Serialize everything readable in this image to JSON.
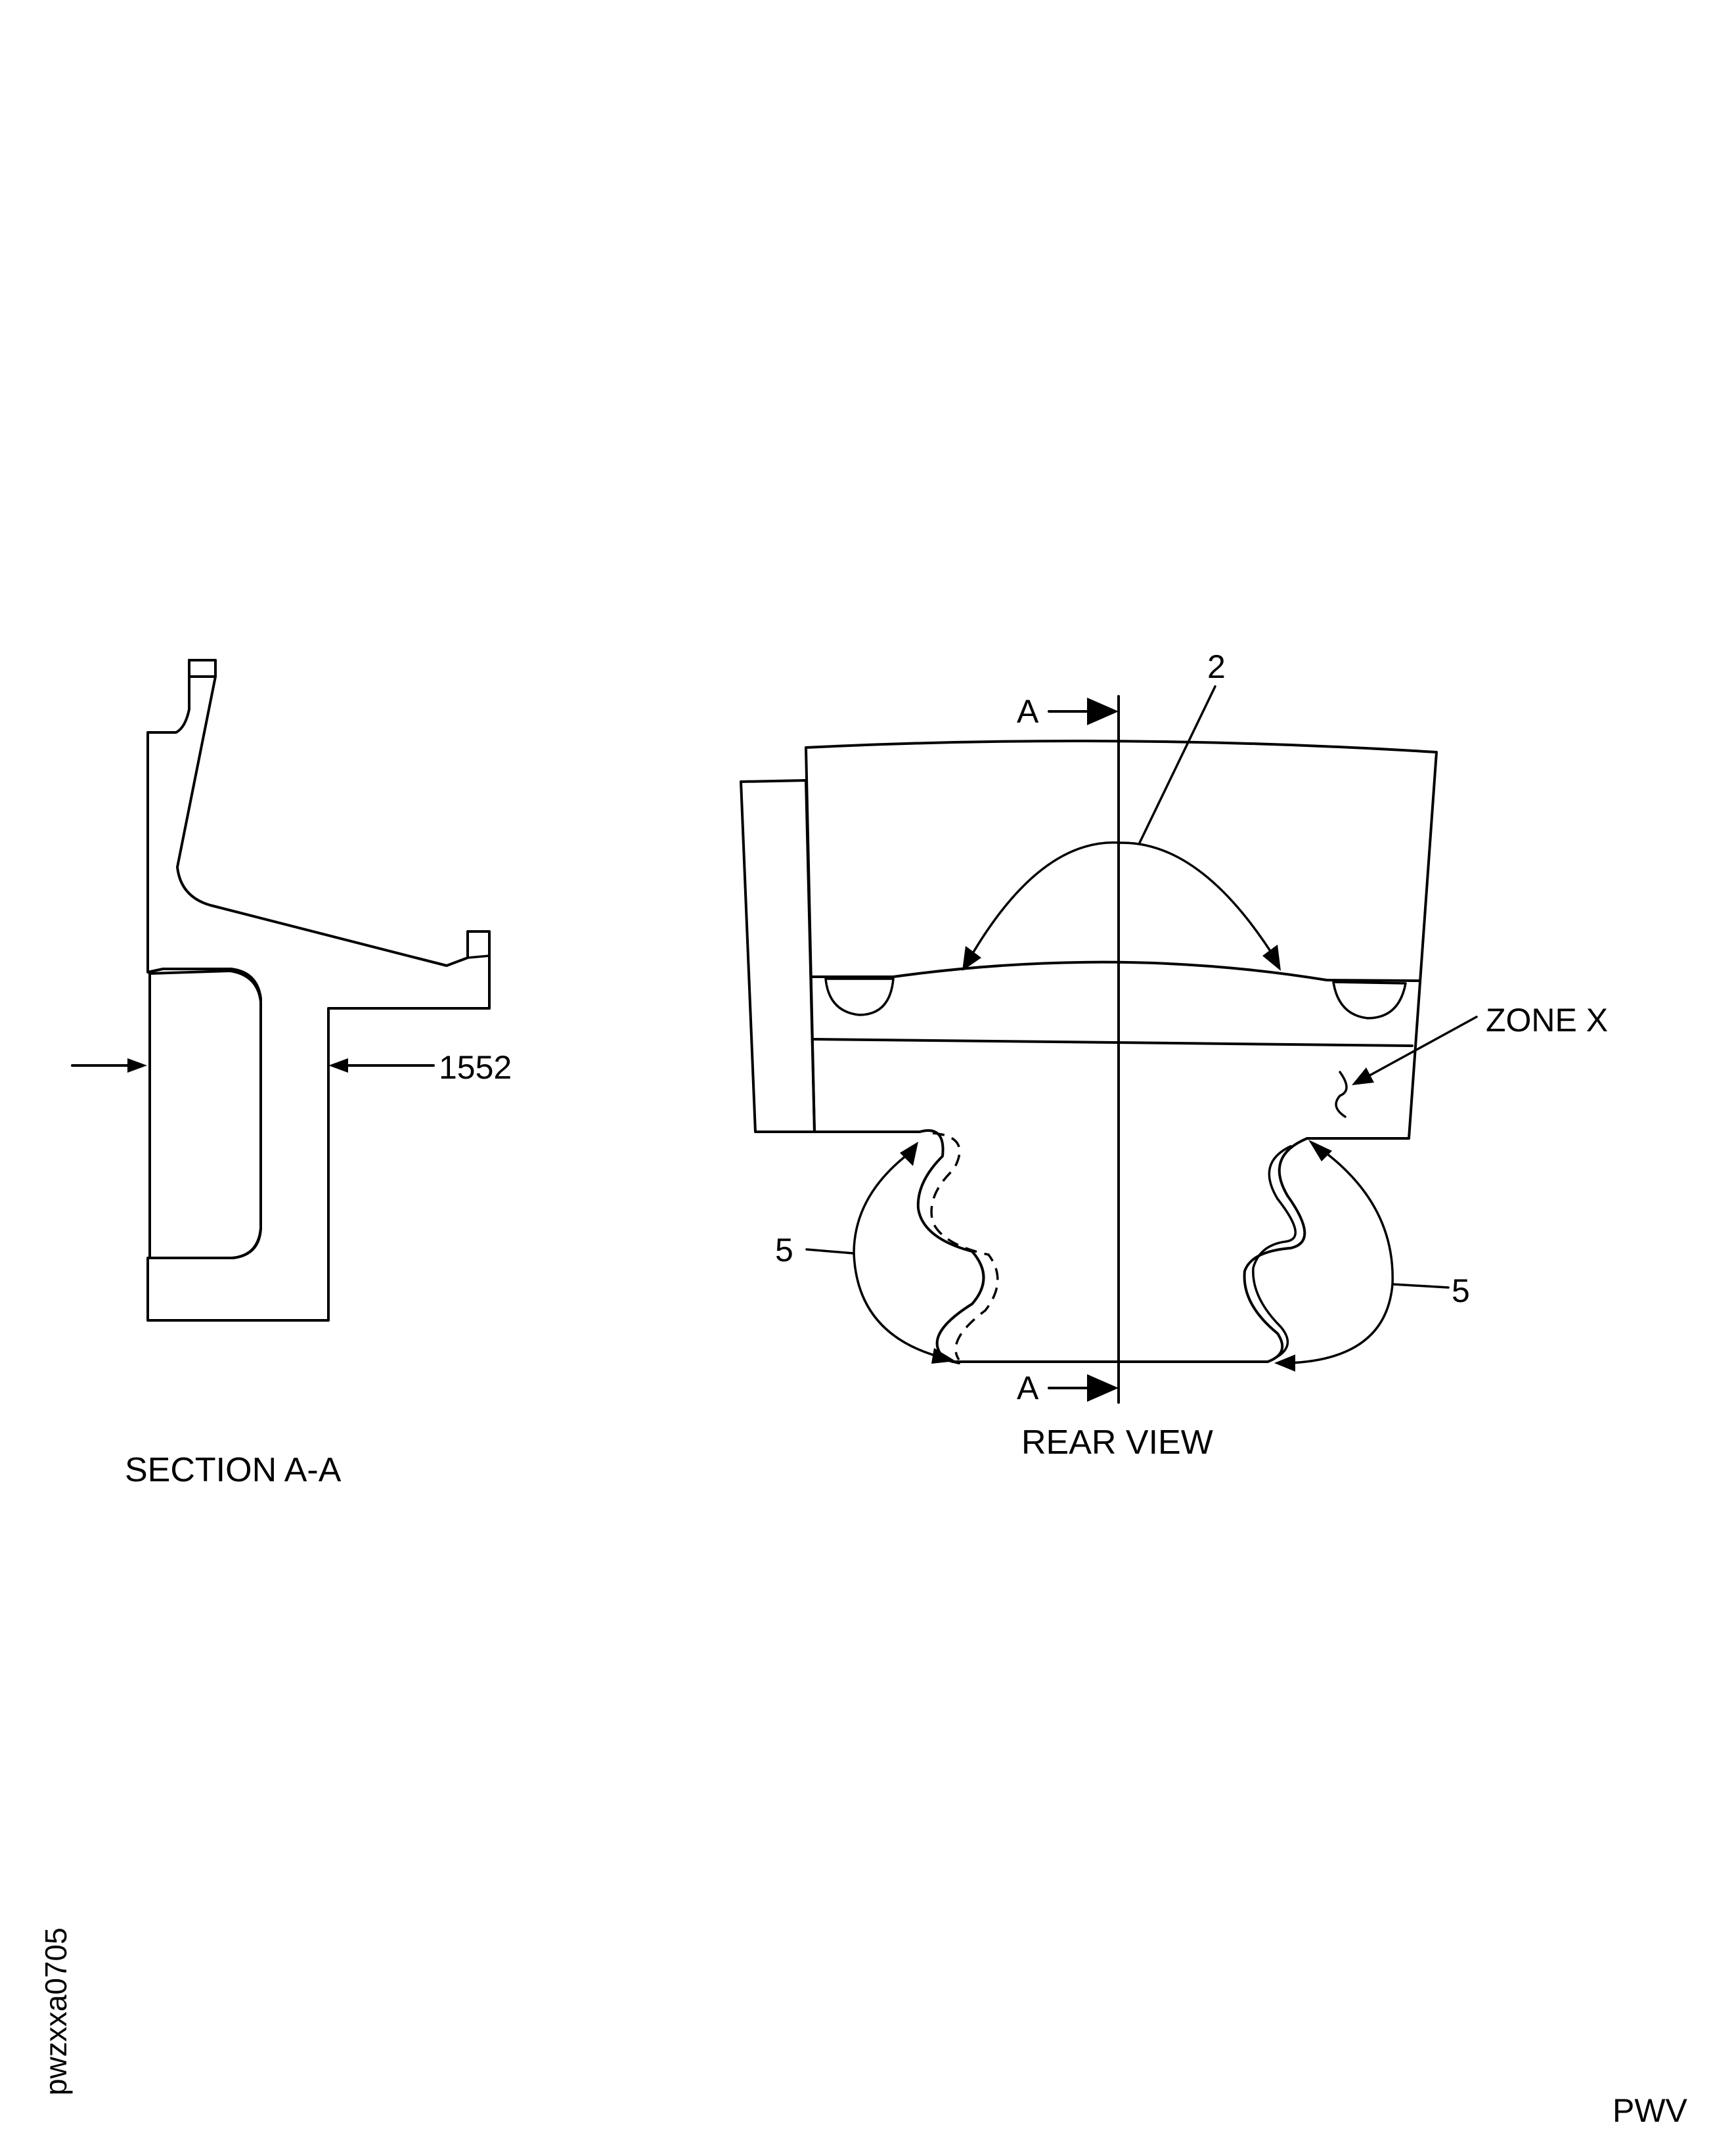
{
  "section_view": {
    "caption": "SECTION A-A",
    "callout_1552": "1552"
  },
  "rear_view": {
    "caption": "REAR VIEW",
    "section_marker_top": "A",
    "section_marker_bottom": "A",
    "callout_2": "2",
    "callout_zone": "ZONE X",
    "callout_5_left": "5",
    "callout_5_right": "5"
  },
  "figure_id": "pwzxxa0705",
  "corner_code": "PWV"
}
